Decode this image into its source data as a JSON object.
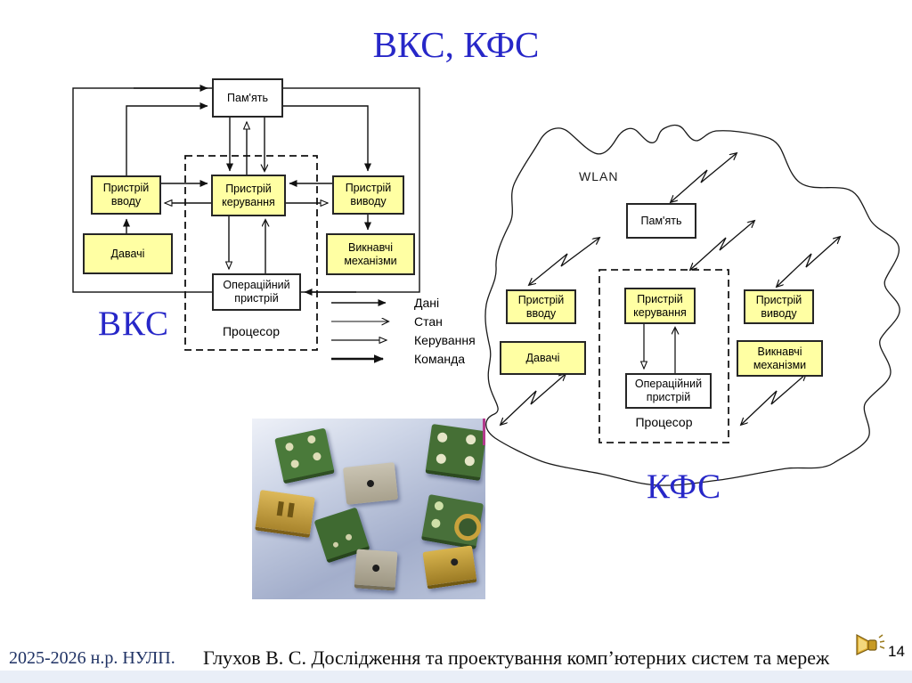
{
  "slide": {
    "title": "ВКС, КФС"
  },
  "vks": {
    "caption": "ВКС",
    "boxes": {
      "memory": "Пам'ять",
      "input": "Пристрій вводу",
      "control": "Пристрій керування",
      "output": "Пристрій виводу",
      "sensors": "Давачі",
      "actuators": "Викнавчі механізми",
      "operational": "Операційний пристрій",
      "processor": "Процесор"
    }
  },
  "legend": {
    "items": [
      {
        "label": "Дані",
        "arrow": "filled"
      },
      {
        "label": "Стан",
        "arrow": "thin-open"
      },
      {
        "label": "Керування",
        "arrow": "hollow-triangle"
      },
      {
        "label": "Команда",
        "arrow": "thick-filled"
      }
    ]
  },
  "kfs": {
    "caption": "КФС",
    "network_label": "WLAN",
    "boxes": {
      "memory": "Пам'ять",
      "input": "Пристрій вводу",
      "control": "Пристрій керування",
      "output": "Пристрій виводу",
      "sensors": "Давачі",
      "actuators": "Викнавчі механізми",
      "operational": "Операційний пристрій",
      "processor": "Процесор"
    }
  },
  "footer": {
    "left": "2025-2026 н.р. НУЛП.",
    "center": "Глухов В. С. Дослідження та проектування комп’ютерних систем та мереж",
    "page": "14"
  },
  "colors": {
    "accent_blue": "#2727c8",
    "box_yellow": "#ffffa3",
    "footer_navy": "#1f3264"
  }
}
